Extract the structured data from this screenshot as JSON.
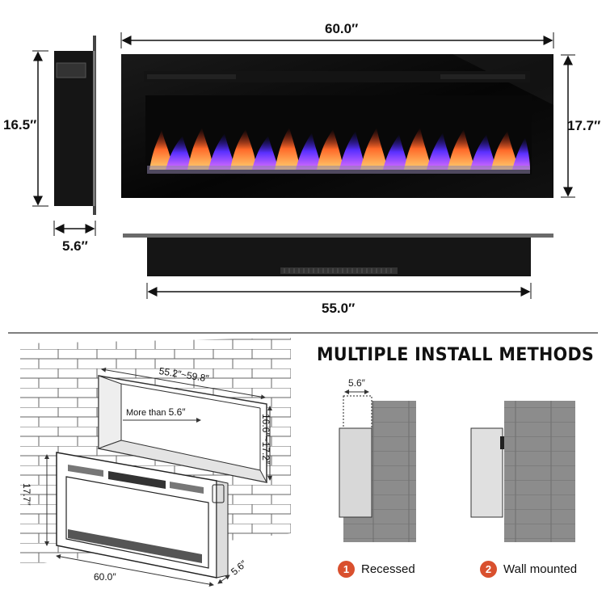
{
  "top": {
    "width_label": "60.0″",
    "depth_side_height_label": "16.5″",
    "height_label": "17.7″",
    "side_depth_label": "5.6″",
    "bottom_width_label": "55.0″"
  },
  "diagram": {
    "opening_width_label": "55.2″~59.8″",
    "opening_depth_text": "More than",
    "opening_depth_value": "5.6″",
    "opening_height_label": "16.6″~17.2″",
    "unit_height_label": "17.7″",
    "unit_width_label": "60.0″",
    "unit_depth_label": "5.6″"
  },
  "install": {
    "heading": "MULTIPLE INSTALL METHODS",
    "recess_depth_label": "5.6″",
    "methods": [
      {
        "number": "1",
        "label": "Recessed"
      },
      {
        "number": "2",
        "label": "Wall mounted"
      }
    ],
    "badge_color": "#d9502e"
  },
  "colors": {
    "panel": "#0a0a0a",
    "wall": "#8a8a8a",
    "divider": "#555555"
  }
}
